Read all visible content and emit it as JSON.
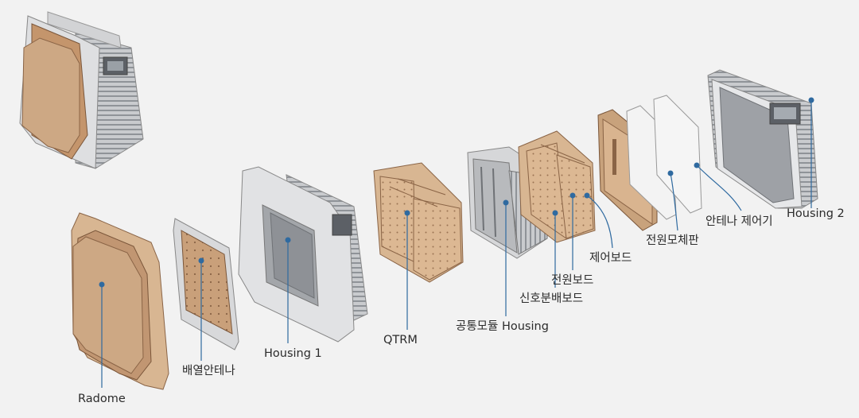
{
  "components": [
    {
      "id": "radome",
      "label": "Radome"
    },
    {
      "id": "array-antenna",
      "label": "배열안테나"
    },
    {
      "id": "housing-1",
      "label": "Housing 1"
    },
    {
      "id": "qtrm",
      "label": "QTRM"
    },
    {
      "id": "common-module-housing",
      "label": "공통모듈 Housing"
    },
    {
      "id": "signal-distribution-board",
      "label": "신호분배보드"
    },
    {
      "id": "power-board",
      "label": "전원보드"
    },
    {
      "id": "control-board",
      "label": "제어보드"
    },
    {
      "id": "power-motherboard",
      "label": "전원모체판"
    },
    {
      "id": "antenna-controller",
      "label": "안테나 제어기"
    },
    {
      "id": "housing-2",
      "label": "Housing 2"
    }
  ],
  "colors": {
    "background": "#f2f2f2",
    "leader_line": "#2f6aa0",
    "leader_dot": "#2f6aa0",
    "label_text": "#2b2b2b",
    "radome_face": "#cda884",
    "board_tan": "#d9b48f",
    "aluminum": "#d9dadc",
    "fin_gray": "#9ea2a7"
  }
}
